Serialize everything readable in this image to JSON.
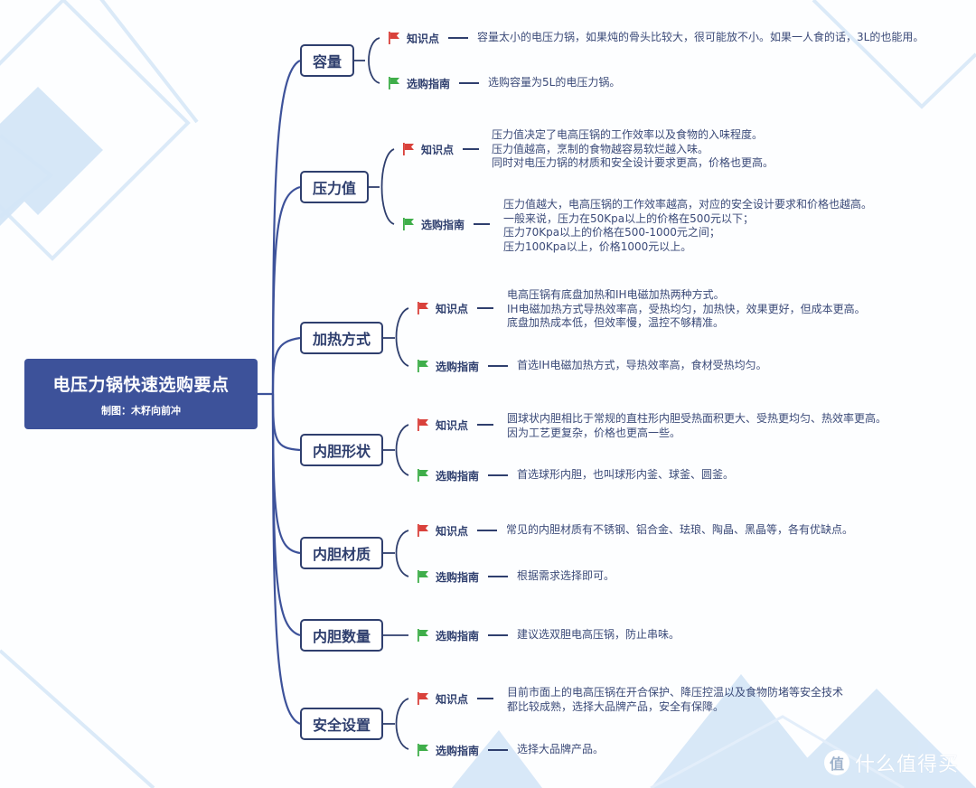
{
  "root": {
    "title": "电压力锅快速选购要点",
    "subtitle": "制图：木籽向前冲"
  },
  "colors": {
    "root_bg": "#3d529a",
    "line": "#3d529a",
    "topic_border": "#2f3f6e",
    "flag_knowledge": "#d9413b",
    "flag_guide": "#3fae4a",
    "bg_accent": "#d4e6f7"
  },
  "legend": {
    "knowledge_label": "知识点",
    "guide_label": "选购指南"
  },
  "topics": [
    {
      "label": "容量",
      "knowledge": {
        "label": "知识点",
        "lines": [
          "容量太小的电压力锅，如果炖的骨头比较大，很可能放不小。如果一人食的话，3L的也能用。"
        ]
      },
      "guide": {
        "label": "选购指南",
        "lines": [
          "选购容量为5L的电压力锅。"
        ]
      }
    },
    {
      "label": "压力值",
      "knowledge": {
        "label": "知识点",
        "lines": [
          "压力值决定了电高压锅的工作效率以及食物的入味程度。",
          "压力值越高，烹制的食物越容易软烂越入味。",
          "同时对电压力锅的材质和安全设计要求更高，价格也更高。"
        ]
      },
      "guide": {
        "label": "选购指南",
        "lines": [
          "压力值越大，电高压锅的工作效率越高，对应的安全设计要求和价格也越高。",
          "一般来说，压力在50Kpa以上的价格在500元以下；",
          "压力70Kpa以上的价格在500-1000元之间；",
          "压力100Kpa以上，价格1000元以上。"
        ]
      }
    },
    {
      "label": "加热方式",
      "knowledge": {
        "label": "知识点",
        "lines": [
          "电高压锅有底盘加热和IH电磁加热两种方式。",
          "IH电磁加热方式导热效率高，受热均匀，加热快，效果更好，但成本更高。",
          "底盘加热成本低，但效率慢，温控不够精准。"
        ]
      },
      "guide": {
        "label": "选购指南",
        "lines": [
          "首选IH电磁加热方式，导热效率高，食材受热均匀。"
        ]
      }
    },
    {
      "label": "内胆形状",
      "knowledge": {
        "label": "知识点",
        "lines": [
          "圆球状内胆相比于常规的直柱形内胆受热面积更大、受热更均匀、热效率更高。",
          "因为工艺更复杂，价格也更高一些。"
        ]
      },
      "guide": {
        "label": "选购指南",
        "lines": [
          "首选球形内胆，也叫球形内釜、球釜、圆釜。"
        ]
      }
    },
    {
      "label": "内胆材质",
      "knowledge": {
        "label": "知识点",
        "lines": [
          "常见的内胆材质有不锈钢、铝合金、珐琅、陶晶、黑晶等，各有优缺点。"
        ]
      },
      "guide": {
        "label": "选购指南",
        "lines": [
          "根据需求选择即可。"
        ]
      }
    },
    {
      "label": "内胆数量",
      "guide": {
        "label": "选购指南",
        "lines": [
          "建议选双胆电高压锅，防止串味。"
        ]
      }
    },
    {
      "label": "安全设置",
      "knowledge": {
        "label": "知识点",
        "lines": [
          "目前市面上的电高压锅在开合保护、降压控温以及食物防堵等安全技术",
          "都比较成熟，选择大品牌产品，安全有保障。"
        ]
      },
      "guide": {
        "label": "选购指南",
        "lines": [
          "选择大品牌产品。"
        ]
      }
    }
  ],
  "watermark": {
    "badge": "值",
    "text": "什么值得买"
  }
}
